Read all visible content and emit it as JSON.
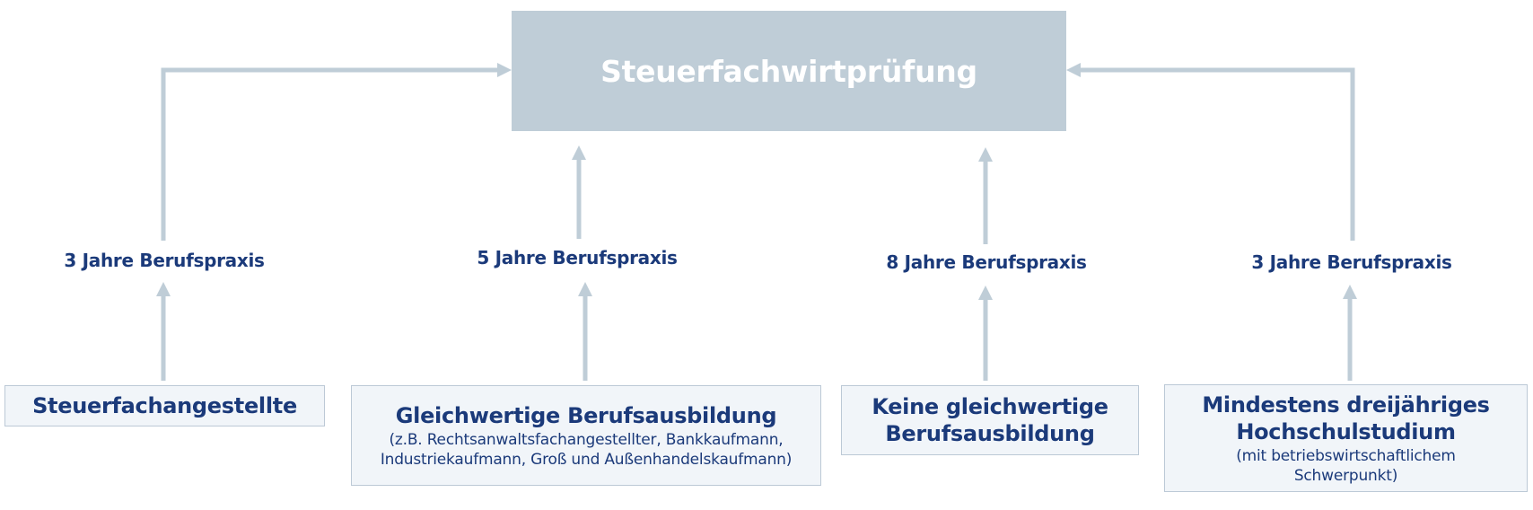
{
  "target": {
    "title": "Steuerfachwirtprüfung"
  },
  "paths": [
    {
      "experience": "3 Jahre Berufspraxis",
      "qualification_title": "Steuerfachangestellte",
      "qualification_note": ""
    },
    {
      "experience": "5 Jahre Berufspraxis",
      "qualification_title": "Gleichwertige Berufsausbildung",
      "qualification_note": "(z.B. Rechtsanwaltsfachangestellter, Bankkaufmann, Industriekaufmann, Groß und Außenhandelskaufmann)"
    },
    {
      "experience": "8 Jahre Berufspraxis",
      "qualification_title": "Keine gleichwertige Berufsausbildung",
      "qualification_note": ""
    },
    {
      "experience": "3 Jahre Berufspraxis",
      "qualification_title": "Mindestens dreijähriges Hochschulstudium",
      "qualification_note": "(mit betriebswirtschaftlichem Schwerpunkt)"
    }
  ],
  "colors": {
    "connector": "#bfcdd7",
    "target_fill": "#bfcdd7",
    "text_primary": "#1b3a7a",
    "box_fill": "#f1f5f9"
  }
}
